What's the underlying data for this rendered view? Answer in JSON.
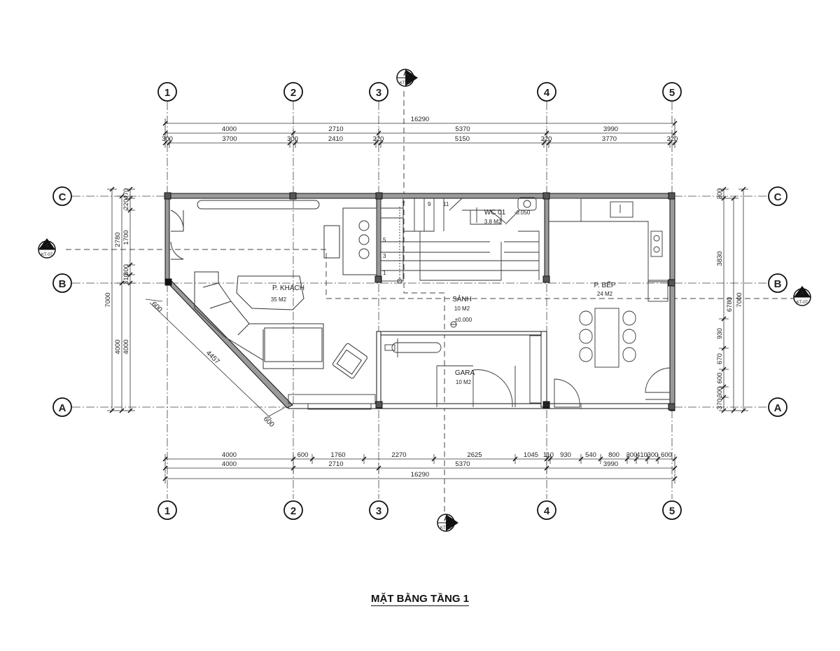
{
  "title": "MẶT BẰNG TẦNG 1",
  "grid": {
    "columns": [
      "1",
      "2",
      "3",
      "4",
      "5"
    ],
    "rows": [
      "A",
      "B",
      "C"
    ]
  },
  "section_marks": {
    "top": "KT-06",
    "bottom": "KT-06",
    "left": "KT-07",
    "right": "KT-07",
    "letter": "A"
  },
  "rooms": {
    "khach": {
      "name": "P. KHÁCH",
      "area": "35 M2"
    },
    "wc": {
      "name": "WC 01",
      "area": "3.8 M2"
    },
    "sanh": {
      "name": "SẢNH",
      "area": "10 M2"
    },
    "gara": {
      "name": "GARA",
      "area": "10 M2"
    },
    "bep": {
      "name": "P. BẾP",
      "area": "24 M2"
    }
  },
  "levels": {
    "main": "±0.000",
    "wc": "-0.050"
  },
  "stairs": {
    "steps": [
      "1",
      "3",
      "5",
      "7",
      "9",
      "11"
    ]
  },
  "dimensions": {
    "top_total": "16290",
    "top_row1": [
      "4000",
      "2710",
      "5370",
      "3990"
    ],
    "top_row2": [
      "300",
      "3700",
      "300",
      "2410",
      "220",
      "5150",
      "220",
      "3770",
      "220"
    ],
    "bottom_row1": [
      "4000",
      "600",
      "1760",
      "2270",
      "2625",
      "1045",
      "110",
      "930",
      "540",
      "800",
      "300",
      "410",
      "300",
      "600"
    ],
    "bottom_row2": [
      "4000",
      "2710",
      "5370",
      "3990"
    ],
    "bottom_total": "16290",
    "left_outer": [
      "7000"
    ],
    "left_mid": [
      "2780",
      "4000"
    ],
    "left_inner": [
      "470",
      "220",
      "1700",
      "300",
      "310",
      "4000"
    ],
    "right_inner": [
      "300",
      "3830",
      "930",
      "670",
      "600",
      "300",
      "370"
    ],
    "right_mid": [
      "6780"
    ],
    "right_outer": [
      "7000"
    ],
    "diag_len": "4457",
    "diag_top": "600",
    "diag_bottom": "600"
  }
}
